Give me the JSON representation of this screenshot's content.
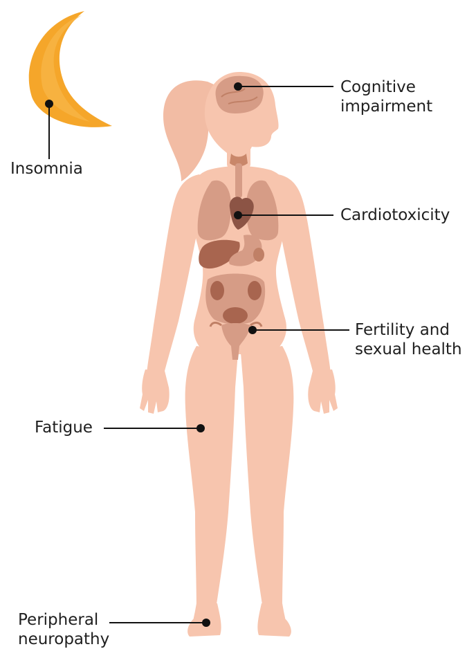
{
  "colors": {
    "skin": "#f7c5ae",
    "skin_shadow": "#efb79f",
    "organ_light": "#d69c86",
    "organ_mid": "#c08066",
    "organ_dark": "#8c5445",
    "moon": "#f5a62a",
    "line": "#111111"
  },
  "icons": {
    "moon": "crescent-moon-icon",
    "body": "female-body-silhouette"
  },
  "labels": {
    "insomnia": "Insomnia",
    "cognitive_l1": "Cognitive",
    "cognitive_l2": "impairment",
    "cardio": "Cardiotoxicity",
    "fertility_l1": "Fertility and",
    "fertility_l2": "sexual health",
    "fatigue": "Fatigue",
    "neuro_l1": "Peripheral",
    "neuro_l2": "neuropathy"
  }
}
